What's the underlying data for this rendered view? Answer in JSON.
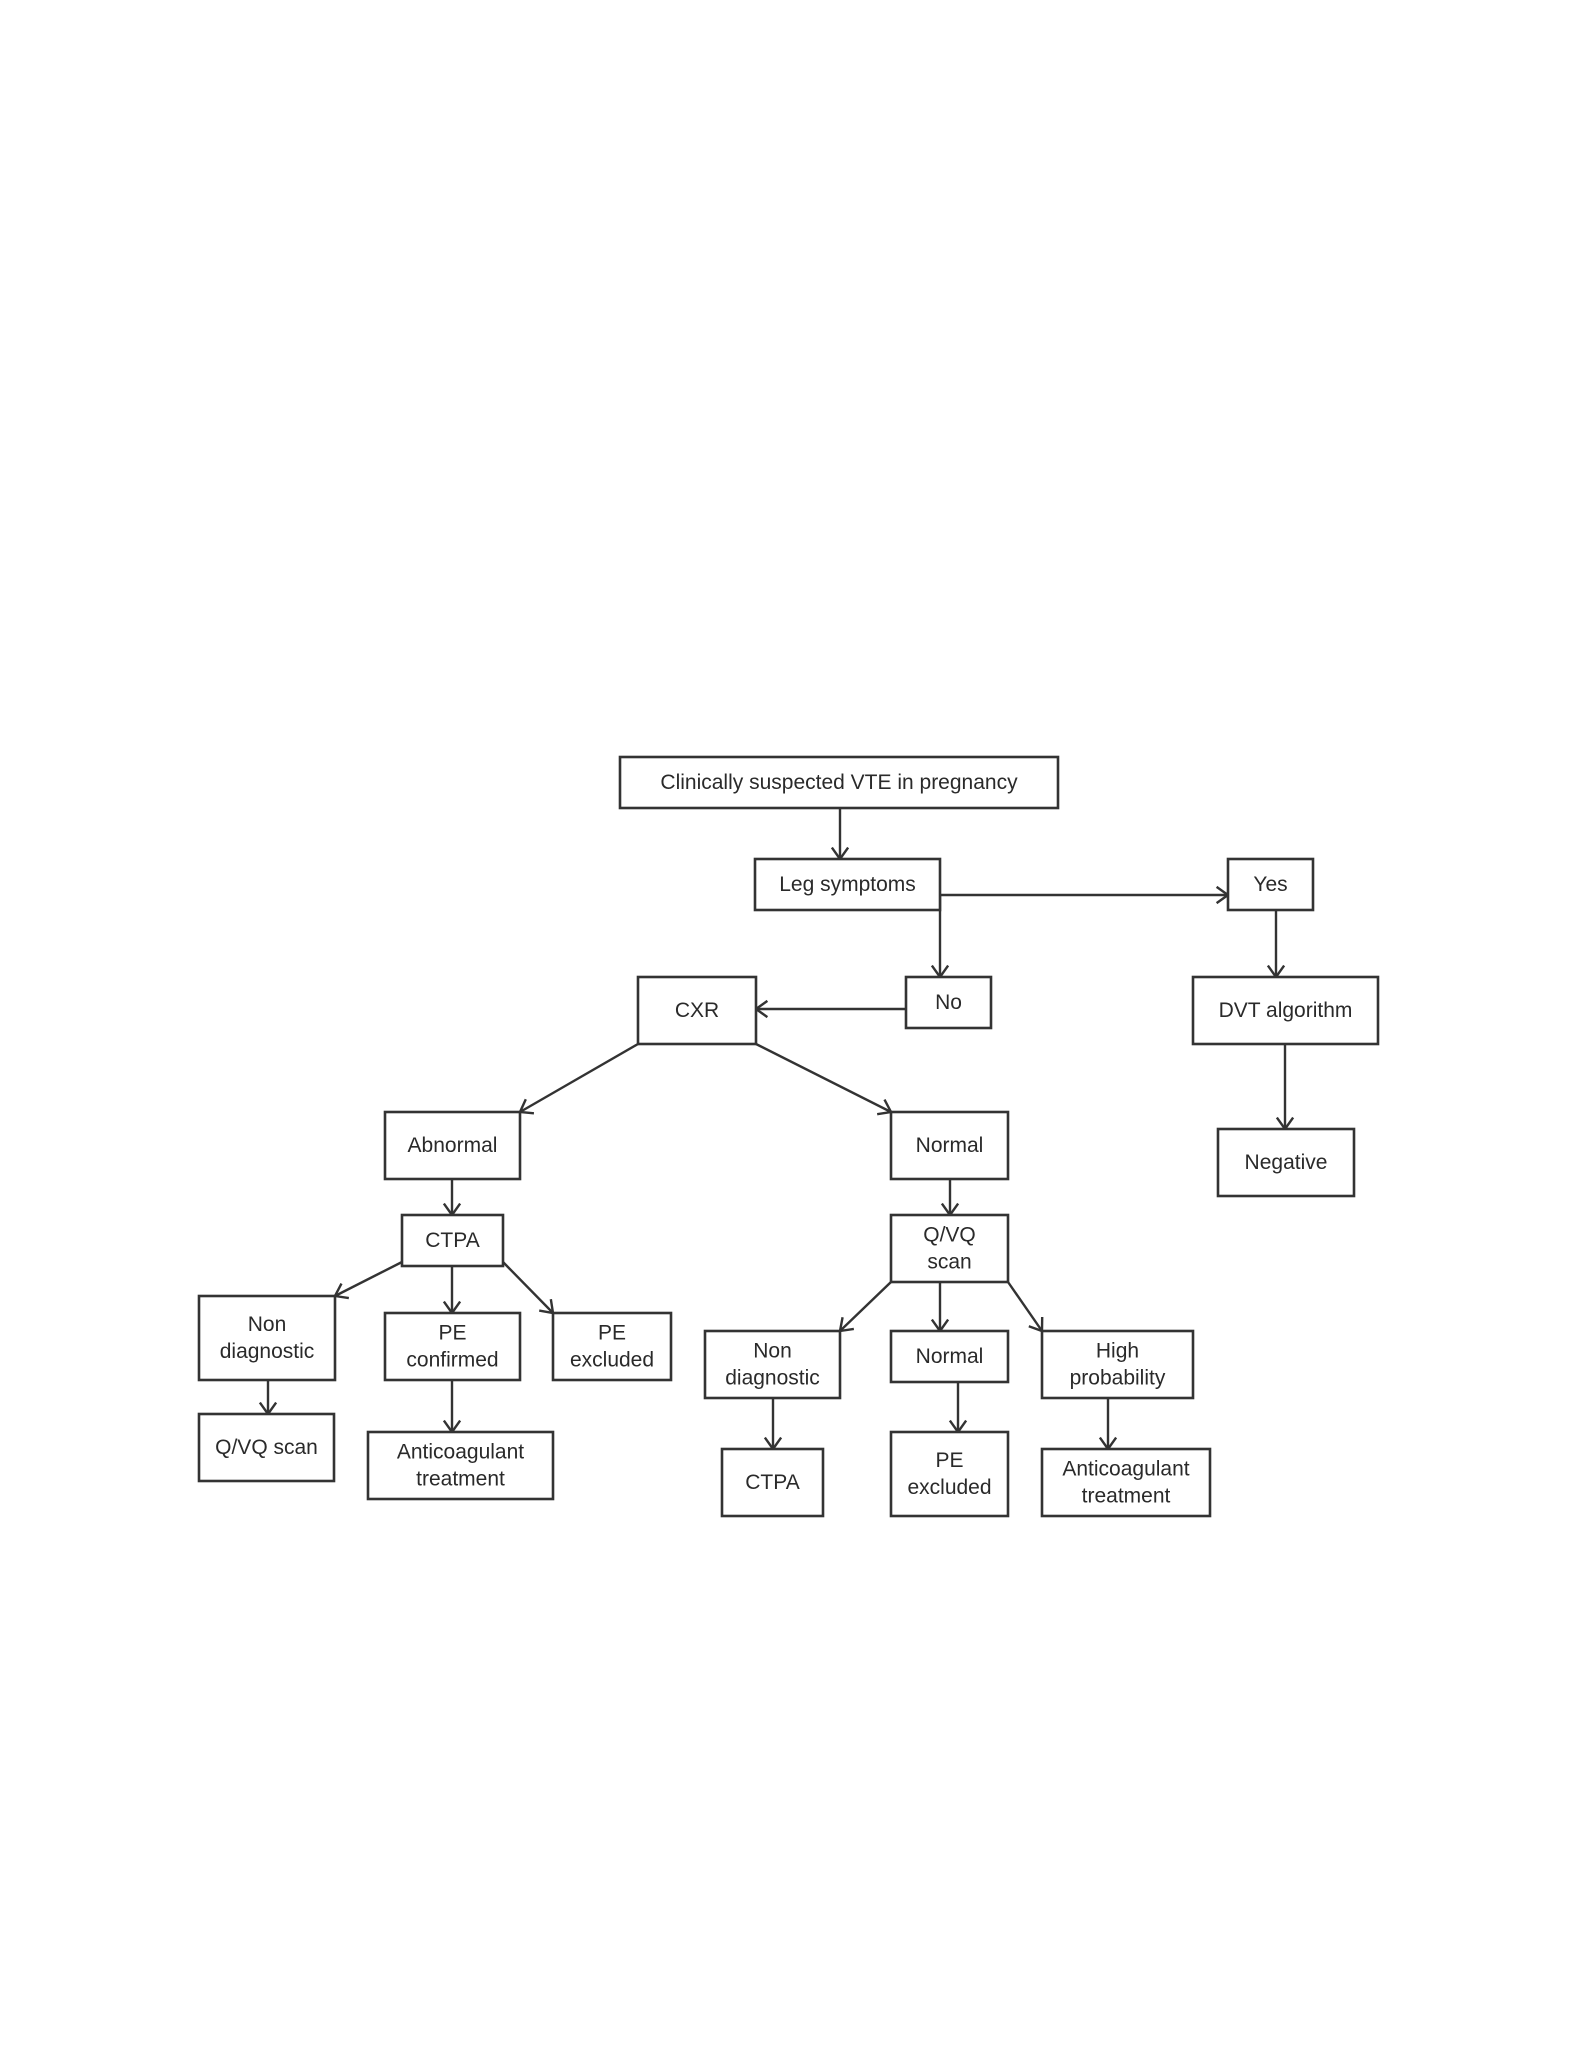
{
  "diagram": {
    "nodes": {
      "root": [
        "Clinically suspected VTE in pregnancy"
      ],
      "leg_symptoms": [
        "Leg symptoms"
      ],
      "yes": [
        "Yes"
      ],
      "no": [
        "No"
      ],
      "cxr": [
        "CXR"
      ],
      "dvt_algorithm": [
        "DVT algorithm"
      ],
      "negative": [
        "Negative"
      ],
      "abnormal": [
        "Abnormal"
      ],
      "normal_cxr": [
        "Normal"
      ],
      "ctpa_1": [
        "CTPA"
      ],
      "qvq_scan_1": [
        "Q/VQ",
        "scan"
      ],
      "non_diagnostic_1": [
        "Non",
        "diagnostic"
      ],
      "pe_confirmed": [
        "PE",
        "confirmed"
      ],
      "pe_excluded_1": [
        "PE",
        "excluded"
      ],
      "non_diagnostic_2": [
        "Non",
        "diagnostic"
      ],
      "normal_scan": [
        "Normal"
      ],
      "high_probability": [
        "High",
        "probability"
      ],
      "qvq_scan_2": [
        "Q/VQ scan"
      ],
      "anticoagulant_1": [
        "Anticoagulant",
        "treatment"
      ],
      "ctpa_2": [
        "CTPA"
      ],
      "pe_excluded_2": [
        "PE",
        "excluded"
      ],
      "anticoagulant_2": [
        "Anticoagulant",
        "treatment"
      ]
    },
    "edges": [
      {
        "from": "root",
        "to": "leg_symptoms"
      },
      {
        "from": "leg_symptoms",
        "to": "yes"
      },
      {
        "from": "leg_symptoms",
        "to": "no"
      },
      {
        "from": "no",
        "to": "cxr"
      },
      {
        "from": "yes",
        "to": "dvt_algorithm"
      },
      {
        "from": "dvt_algorithm",
        "to": "negative"
      },
      {
        "from": "cxr",
        "to": "abnormal"
      },
      {
        "from": "cxr",
        "to": "normal_cxr"
      },
      {
        "from": "abnormal",
        "to": "ctpa_1"
      },
      {
        "from": "normal_cxr",
        "to": "qvq_scan_1"
      },
      {
        "from": "ctpa_1",
        "to": "non_diagnostic_1"
      },
      {
        "from": "ctpa_1",
        "to": "pe_confirmed"
      },
      {
        "from": "ctpa_1",
        "to": "pe_excluded_1"
      },
      {
        "from": "non_diagnostic_1",
        "to": "qvq_scan_2"
      },
      {
        "from": "pe_confirmed",
        "to": "anticoagulant_1"
      },
      {
        "from": "qvq_scan_1",
        "to": "non_diagnostic_2"
      },
      {
        "from": "qvq_scan_1",
        "to": "normal_scan"
      },
      {
        "from": "qvq_scan_1",
        "to": "high_probability"
      },
      {
        "from": "non_diagnostic_2",
        "to": "ctpa_2"
      },
      {
        "from": "normal_scan",
        "to": "pe_excluded_2"
      },
      {
        "from": "high_probability",
        "to": "anticoagulant_2"
      }
    ]
  }
}
